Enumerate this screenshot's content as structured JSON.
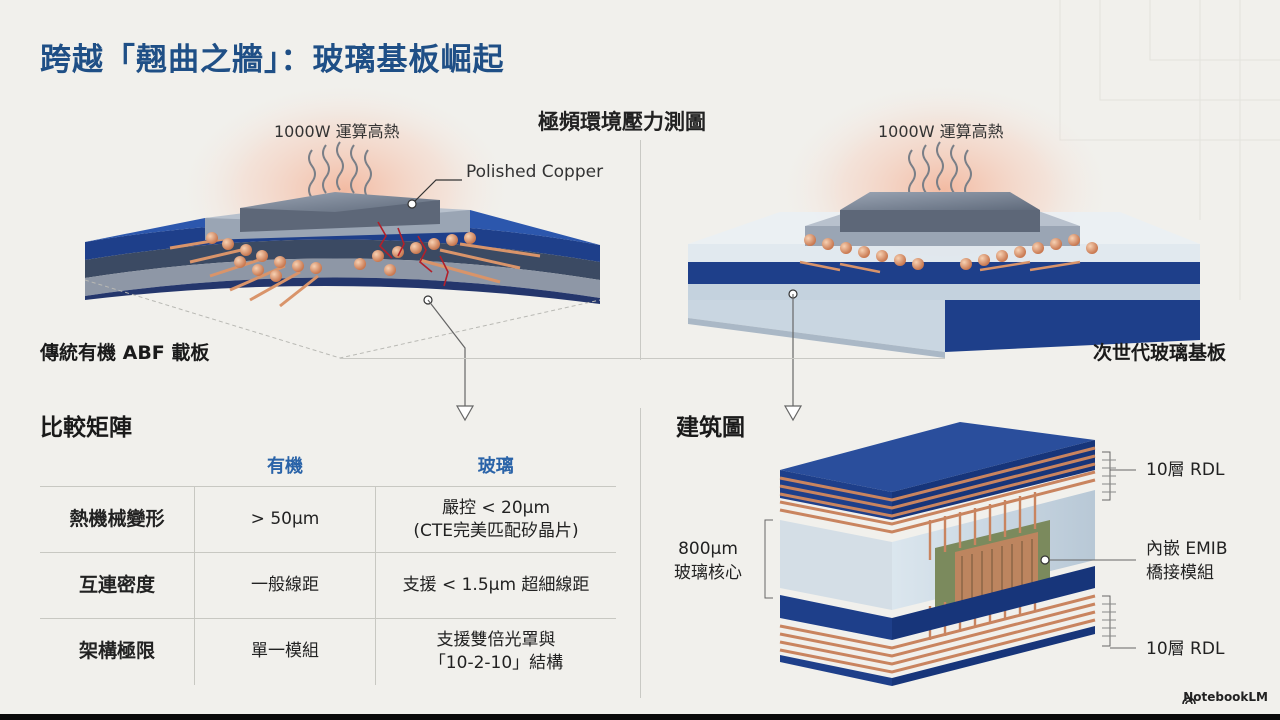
{
  "title": "跨越「翹曲之牆」：玻璃基板崛起",
  "stress_section": {
    "title": "極頻環境壓力測圖",
    "left_heat": "1000W 運算高熱",
    "right_heat": "1000W 運算高熱",
    "callout": "Polished Copper",
    "left_caption": "傳統有機 ABF 載板",
    "right_caption": "次世代玻璃基板"
  },
  "comparison": {
    "title": "比較矩陣",
    "headers": [
      "",
      "有機",
      "玻璃"
    ],
    "rows": [
      {
        "label": "熱機械變形",
        "organic": "> 50μm",
        "glass_1": "嚴控 < 20μm",
        "glass_2": "(CTE完美匹配矽晶片)"
      },
      {
        "label": "互連密度",
        "organic": "一般線距",
        "glass_1": "支援 < 1.5μm 超細線距",
        "glass_2": ""
      },
      {
        "label": "架構極限",
        "organic": "單一模組",
        "glass_1": "支援雙倍光罩與",
        "glass_2": "「10-2-10」結構"
      }
    ]
  },
  "architecture": {
    "title": "建筑圖",
    "top_rdl": "10層 RDL",
    "bottom_rdl": "10層 RDL",
    "core_1": "800μm",
    "core_2": "玻璃核心",
    "emib_1": "內嵌 EMIB",
    "emib_2": "橋接模組"
  },
  "brand": "NotebookLM",
  "colors": {
    "title_blue": "#1f4f86",
    "substrate_blue": "#1e3f8a",
    "copper": "#d9946a"
  }
}
